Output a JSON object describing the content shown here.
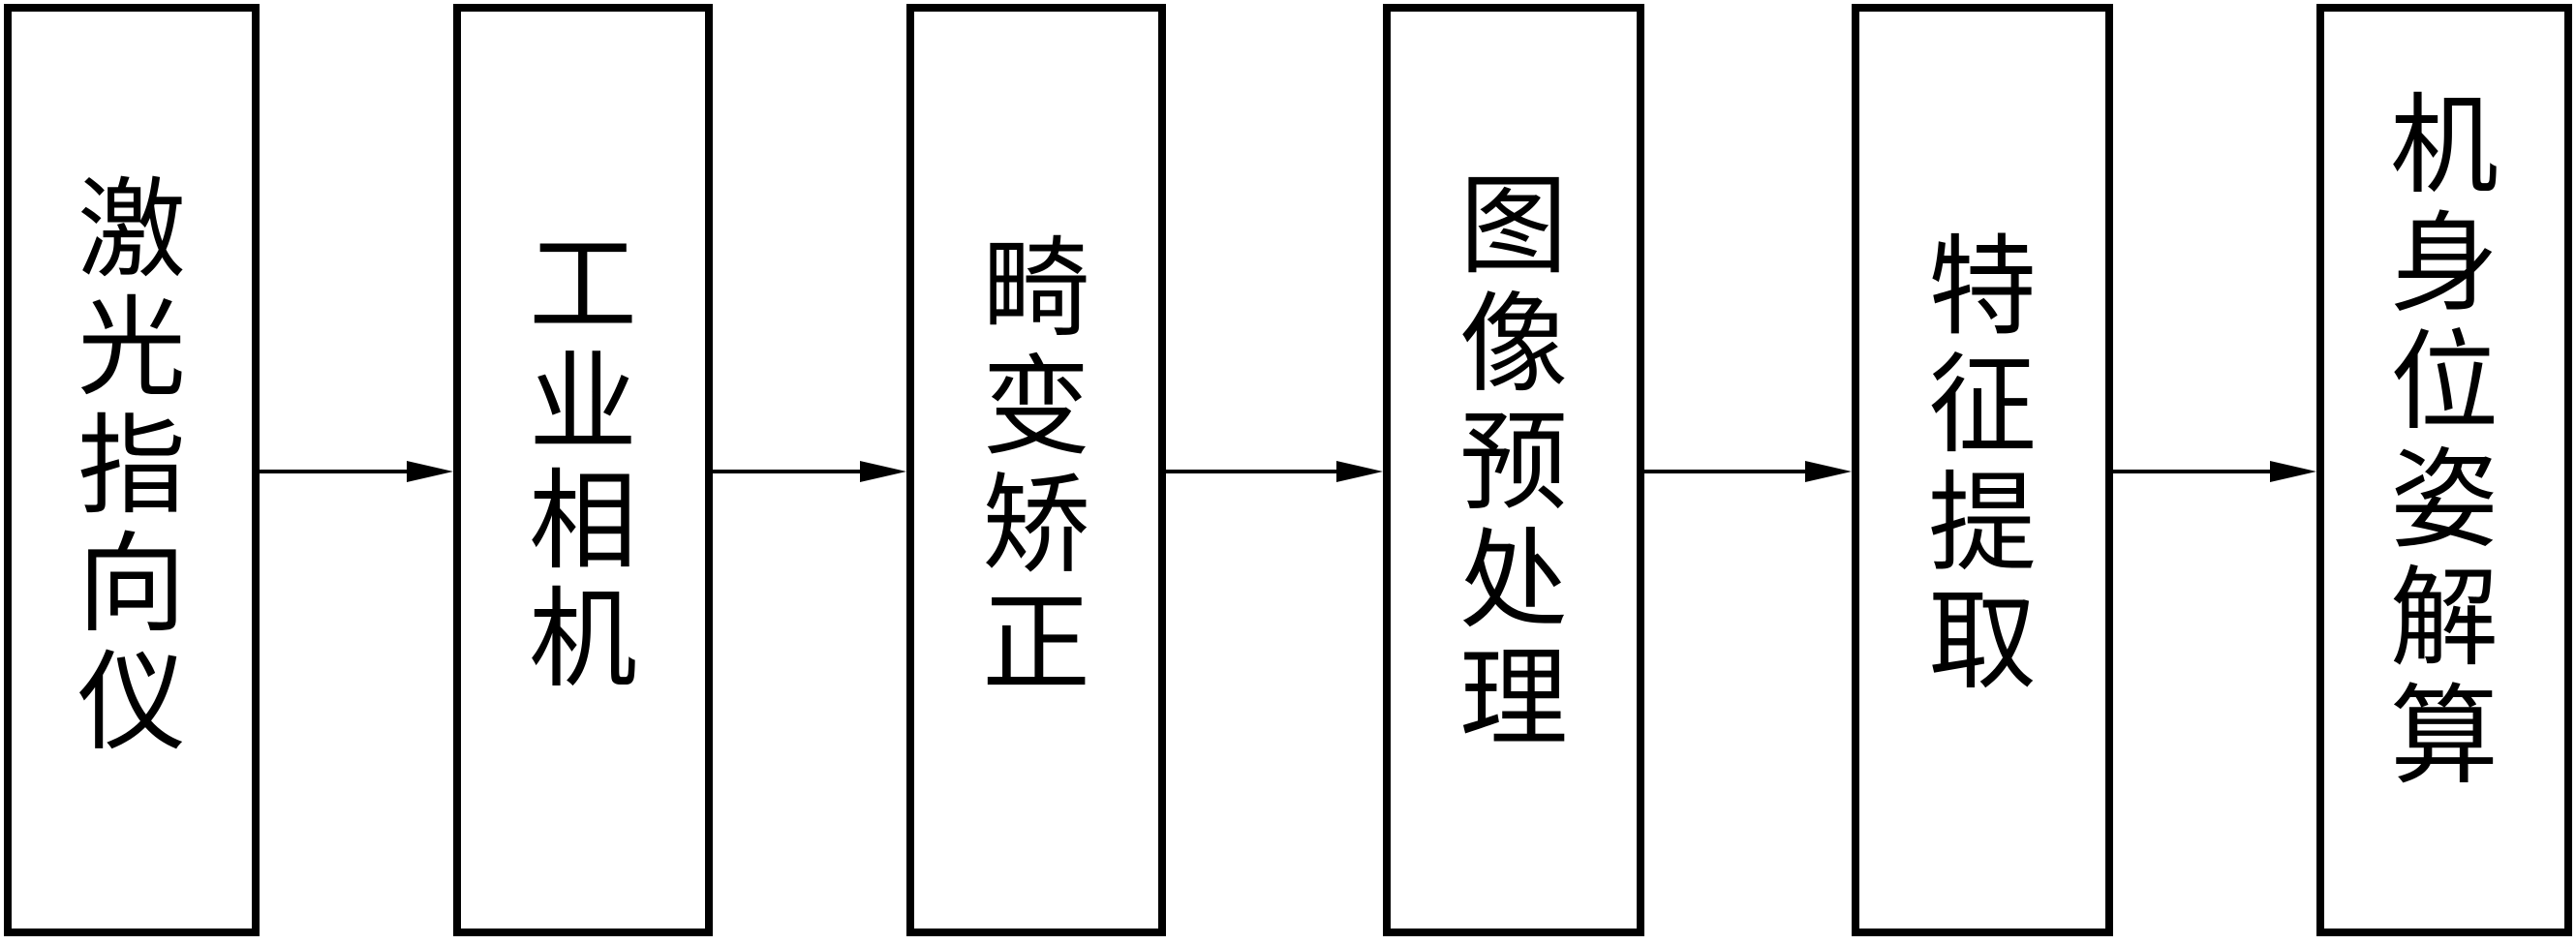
{
  "diagram": {
    "boxes": [
      {
        "label": "激光指向仪"
      },
      {
        "label": "工业相机"
      },
      {
        "label": "畸变矫正"
      },
      {
        "label": "图像预处理"
      },
      {
        "label": "特征提取"
      },
      {
        "label": "机身位姿解算"
      }
    ],
    "colors": {
      "stroke": "#000000",
      "background": "#ffffff"
    }
  }
}
